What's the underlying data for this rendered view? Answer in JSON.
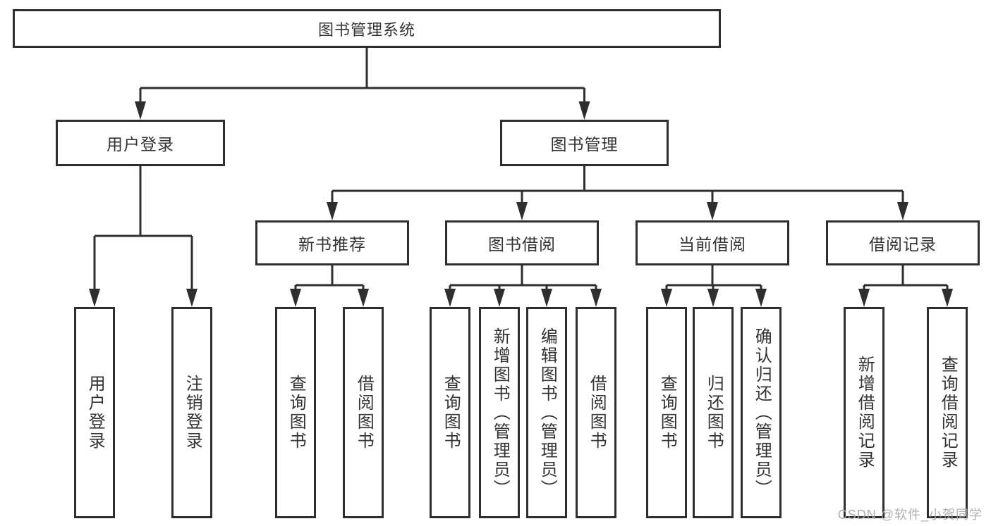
{
  "tree": {
    "root": "图书管理系统",
    "level2": [
      "用户登录",
      "图书管理"
    ],
    "level3": [
      "新书推荐",
      "图书借阅",
      "当前借阅",
      "借阅记录"
    ],
    "leaves_user_login": [
      "用户登录",
      "注销登录"
    ],
    "leaves_new_book": [
      "查询图书",
      "借阅图书"
    ],
    "leaves_book_borrow": [
      "查询图书",
      "新增图书（管理员）",
      "编辑图书（管理员）",
      "借阅图书"
    ],
    "leaves_current_borrow": [
      "查询图书",
      "归还图书",
      "确认归还（管理员）"
    ],
    "leaves_borrow_records": [
      "新增借阅记录",
      "查询借阅记录"
    ]
  },
  "colors": {
    "line": "#2f2f2f",
    "box_border": "#2e2e2e",
    "text": "#333333",
    "watermark": "#acacac"
  },
  "watermark": "CSDN @软件_小贺同学"
}
